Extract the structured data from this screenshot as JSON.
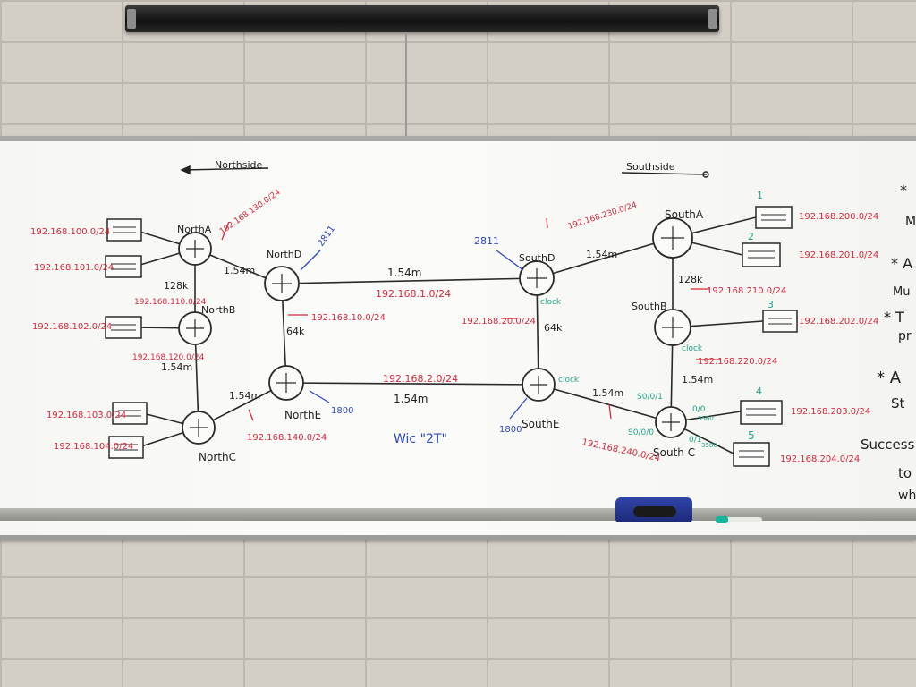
{
  "board": {
    "north_heading": "Northside",
    "south_heading": "Southside",
    "wic_note": "Wic \"2T\"",
    "right_margin": [
      "*",
      "M",
      "* A",
      "Mu",
      "* T",
      "pr",
      "* A",
      "St",
      "Success",
      "to",
      "wh"
    ]
  },
  "routers": {
    "north_a": "NorthA",
    "north_b": "NorthB",
    "north_c": "NorthC",
    "north_d": "NorthD",
    "north_e": "NorthE",
    "south_a": "SouthA",
    "south_b": "SouthB",
    "south_c": "South C",
    "south_d": "SouthD",
    "south_e": "SouthE"
  },
  "model_notes": {
    "north_d": "2811",
    "south_d": "2811",
    "north_e": "1800",
    "south_e": "1800"
  },
  "link_speeds": {
    "na_nd": "1.54m",
    "na_nb": "128k",
    "nb_nc": "1.54m",
    "nc_ne": "1.54m",
    "nd_ne": "64k",
    "nd_sd_top": "1.54m",
    "ne_se": "1.54m",
    "sd_sa": "1.54m",
    "sd_se": "64k",
    "sa_sb": "128k",
    "sb_sc": "1.54m",
    "se_sc": "1.54m"
  },
  "networks_left": {
    "n100": "192.168.100.0/24",
    "n101": "192.168.101.0/24",
    "n102": "192.168.102.0/24",
    "n103": "192.168.103.0/24",
    "n104": "192.168.104.0/24"
  },
  "networks_right": {
    "n200": "192.168.200.0/24",
    "n201": "192.168.201.0/24",
    "n202": "192.168.202.0/24",
    "n203": "192.168.203.0/24",
    "n204": "192.168.204.0/24"
  },
  "link_networks": {
    "na_nd": "192.168.130.0/24",
    "na_nb": "192.168.110.0/24",
    "nb_nc": "192.168.120.0/24",
    "nc_ne": "192.168.140.0/24",
    "nd_ne": "192.168.10.0/24",
    "nd_sd": "192.168.1.0/24",
    "ne_se": "192.168.2.0/24",
    "sd_se": "192.168.20.0/24",
    "sd_sa": "192.168.230.0/24",
    "sa_sb": "192.168.210.0/24",
    "sb_sc": "192.168.220.0/24",
    "se_sc": "192.168.240.0/24"
  },
  "green_notes": {
    "south_d_clock": "clock",
    "south_b_clock": "clock",
    "south_e_clock": "clock",
    "south_c_s001": "S0/0/1",
    "south_c_s000": "S0/0/0",
    "south_c_f00": "0/0",
    "south_c_f01": "0/1",
    "south_c_hub_a": "3560",
    "south_c_hub_b": "3560",
    "switch_1": "1",
    "switch_2": "2",
    "switch_3": "3",
    "switch_4": "4",
    "switch_5": "5"
  }
}
